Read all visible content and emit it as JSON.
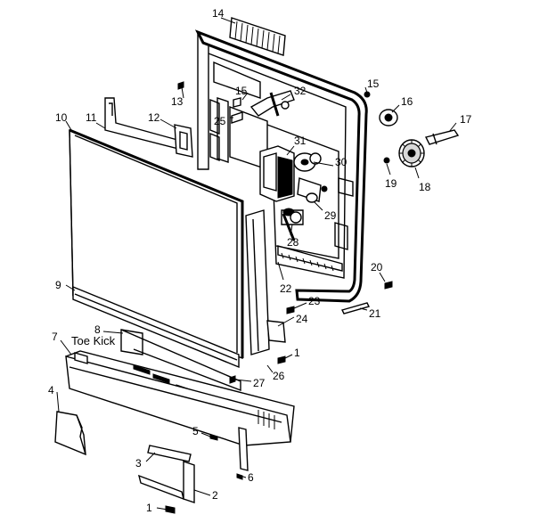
{
  "callouts": [
    {
      "id": "c1a",
      "text": "1"
    },
    {
      "id": "c1b",
      "text": "1"
    },
    {
      "id": "c2",
      "text": "2"
    },
    {
      "id": "c3",
      "text": "3"
    },
    {
      "id": "c4",
      "text": "4"
    },
    {
      "id": "c5",
      "text": "5"
    },
    {
      "id": "c6",
      "text": "6"
    },
    {
      "id": "c7",
      "text": "7"
    },
    {
      "id": "c8",
      "text": "8"
    },
    {
      "id": "c9",
      "text": "9"
    },
    {
      "id": "c10",
      "text": "10"
    },
    {
      "id": "c11",
      "text": "11"
    },
    {
      "id": "c12",
      "text": "12"
    },
    {
      "id": "c13",
      "text": "13"
    },
    {
      "id": "c14",
      "text": "14"
    },
    {
      "id": "c15a",
      "text": "15"
    },
    {
      "id": "c15b",
      "text": "15"
    },
    {
      "id": "c16",
      "text": "16"
    },
    {
      "id": "c17",
      "text": "17"
    },
    {
      "id": "c18",
      "text": "18"
    },
    {
      "id": "c19",
      "text": "19"
    },
    {
      "id": "c20",
      "text": "20"
    },
    {
      "id": "c21",
      "text": "21"
    },
    {
      "id": "c22",
      "text": "22"
    },
    {
      "id": "c23",
      "text": "23"
    },
    {
      "id": "c24",
      "text": "24"
    },
    {
      "id": "c25",
      "text": "25"
    },
    {
      "id": "c26",
      "text": "26"
    },
    {
      "id": "c27",
      "text": "27"
    },
    {
      "id": "c28",
      "text": "28"
    },
    {
      "id": "c29",
      "text": "29"
    },
    {
      "id": "c30",
      "text": "30"
    },
    {
      "id": "c31",
      "text": "31"
    },
    {
      "id": "c32",
      "text": "32"
    }
  ],
  "labels": {
    "toe_kick": "Toe Kick"
  }
}
